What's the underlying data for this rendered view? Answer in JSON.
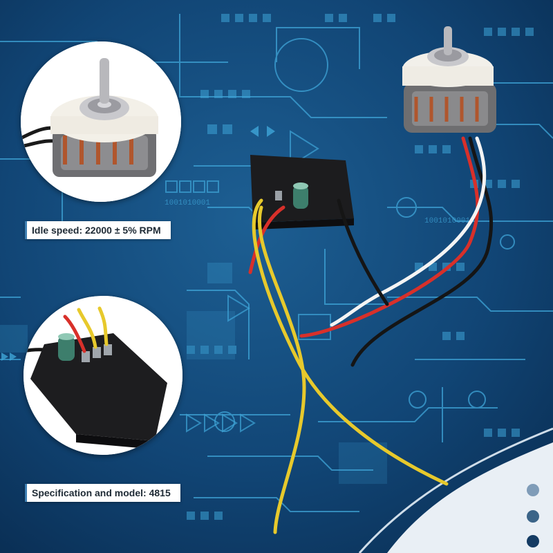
{
  "captions": {
    "idle_speed": "Idle speed: 22000 ± 5% RPM",
    "spec_model": "Specification and model: 4815"
  },
  "background_codes": [
    "1001010001",
    "1001010001"
  ],
  "colors": {
    "background": "#0d3a63",
    "circuit": "#3fa5d8",
    "corner_panel": "#e9eff5",
    "dot_light": "#7f9cb8",
    "dot_mid": "#3b6488",
    "dot_dark": "#143b63"
  },
  "images": {
    "motor_closeup": "brushless-motor-photo",
    "board_closeup": "control-board-photo",
    "main_product": "motor-with-driver-board-photo"
  }
}
